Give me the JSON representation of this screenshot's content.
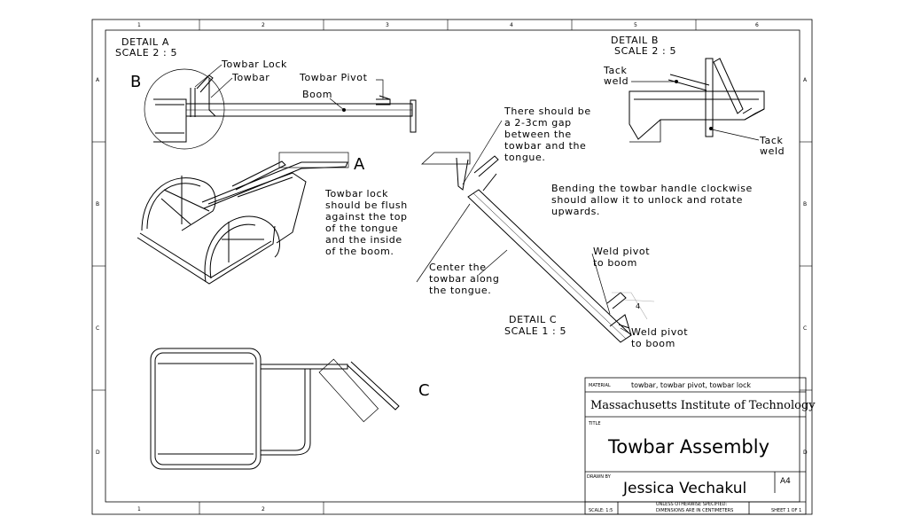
{
  "zones": {
    "top": [
      "1",
      "2",
      "3",
      "4",
      "5",
      "6"
    ],
    "bottom": [
      "1",
      "2"
    ],
    "left": [
      "A",
      "B",
      "C",
      "D"
    ],
    "right": [
      "A",
      "B",
      "C",
      "D"
    ]
  },
  "details": {
    "a": {
      "title": "DETAIL A",
      "scale": "SCALE 2 : 5",
      "marker": "B"
    },
    "b": {
      "title": "DETAIL B",
      "scale": "SCALE 2 : 5"
    },
    "c": {
      "title": "DETAIL C",
      "scale": "SCALE 1 : 5"
    }
  },
  "view_markers": {
    "a": "A",
    "c": "C"
  },
  "labels": {
    "towbar_lock": "Towbar Lock",
    "towbar": "Towbar",
    "towbar_pivot": "Towbar Pivot",
    "boom": "Boom",
    "tack_weld_top": [
      "Tack",
      "weld"
    ],
    "tack_weld_bottom": [
      "Tack",
      "weld"
    ],
    "gap_note": [
      "There should be",
      "a 2-3cm gap",
      "between the",
      "towbar and the",
      "tongue."
    ],
    "bend_note": [
      "Bending the towbar handle clockwise",
      "should allow it to unlock and rotate",
      "upwards."
    ],
    "flush_note": [
      "Towbar lock",
      "should be flush",
      "against the top",
      "of the tongue",
      "and the inside",
      "of the boom."
    ],
    "center_note": [
      "Center the",
      "towbar along",
      "the tongue."
    ],
    "weld_pivot_upper": [
      "Weld pivot",
      "to boom"
    ],
    "weld_pivot_lower": [
      "Weld pivot",
      "to boom"
    ],
    "dim_value": "4"
  },
  "title_block": {
    "material_label": "MATERIAL",
    "material": "towbar, towbar pivot, towbar lock",
    "institution": "Massachusetts Institute of Technology",
    "title_label": "TITLE",
    "title": "Towbar Assembly",
    "drawn_by_label": "DRAWN BY",
    "drawn_by": "Jessica Vechakul",
    "size": "A4",
    "note_lines": [
      "UNLESS OTHERWISE SPECIFIED:",
      "DIMENSIONS ARE IN CENTIMETERS"
    ],
    "scale_label": "SCALE: 1:5",
    "sheet": "SHEET 1 OF 1"
  }
}
